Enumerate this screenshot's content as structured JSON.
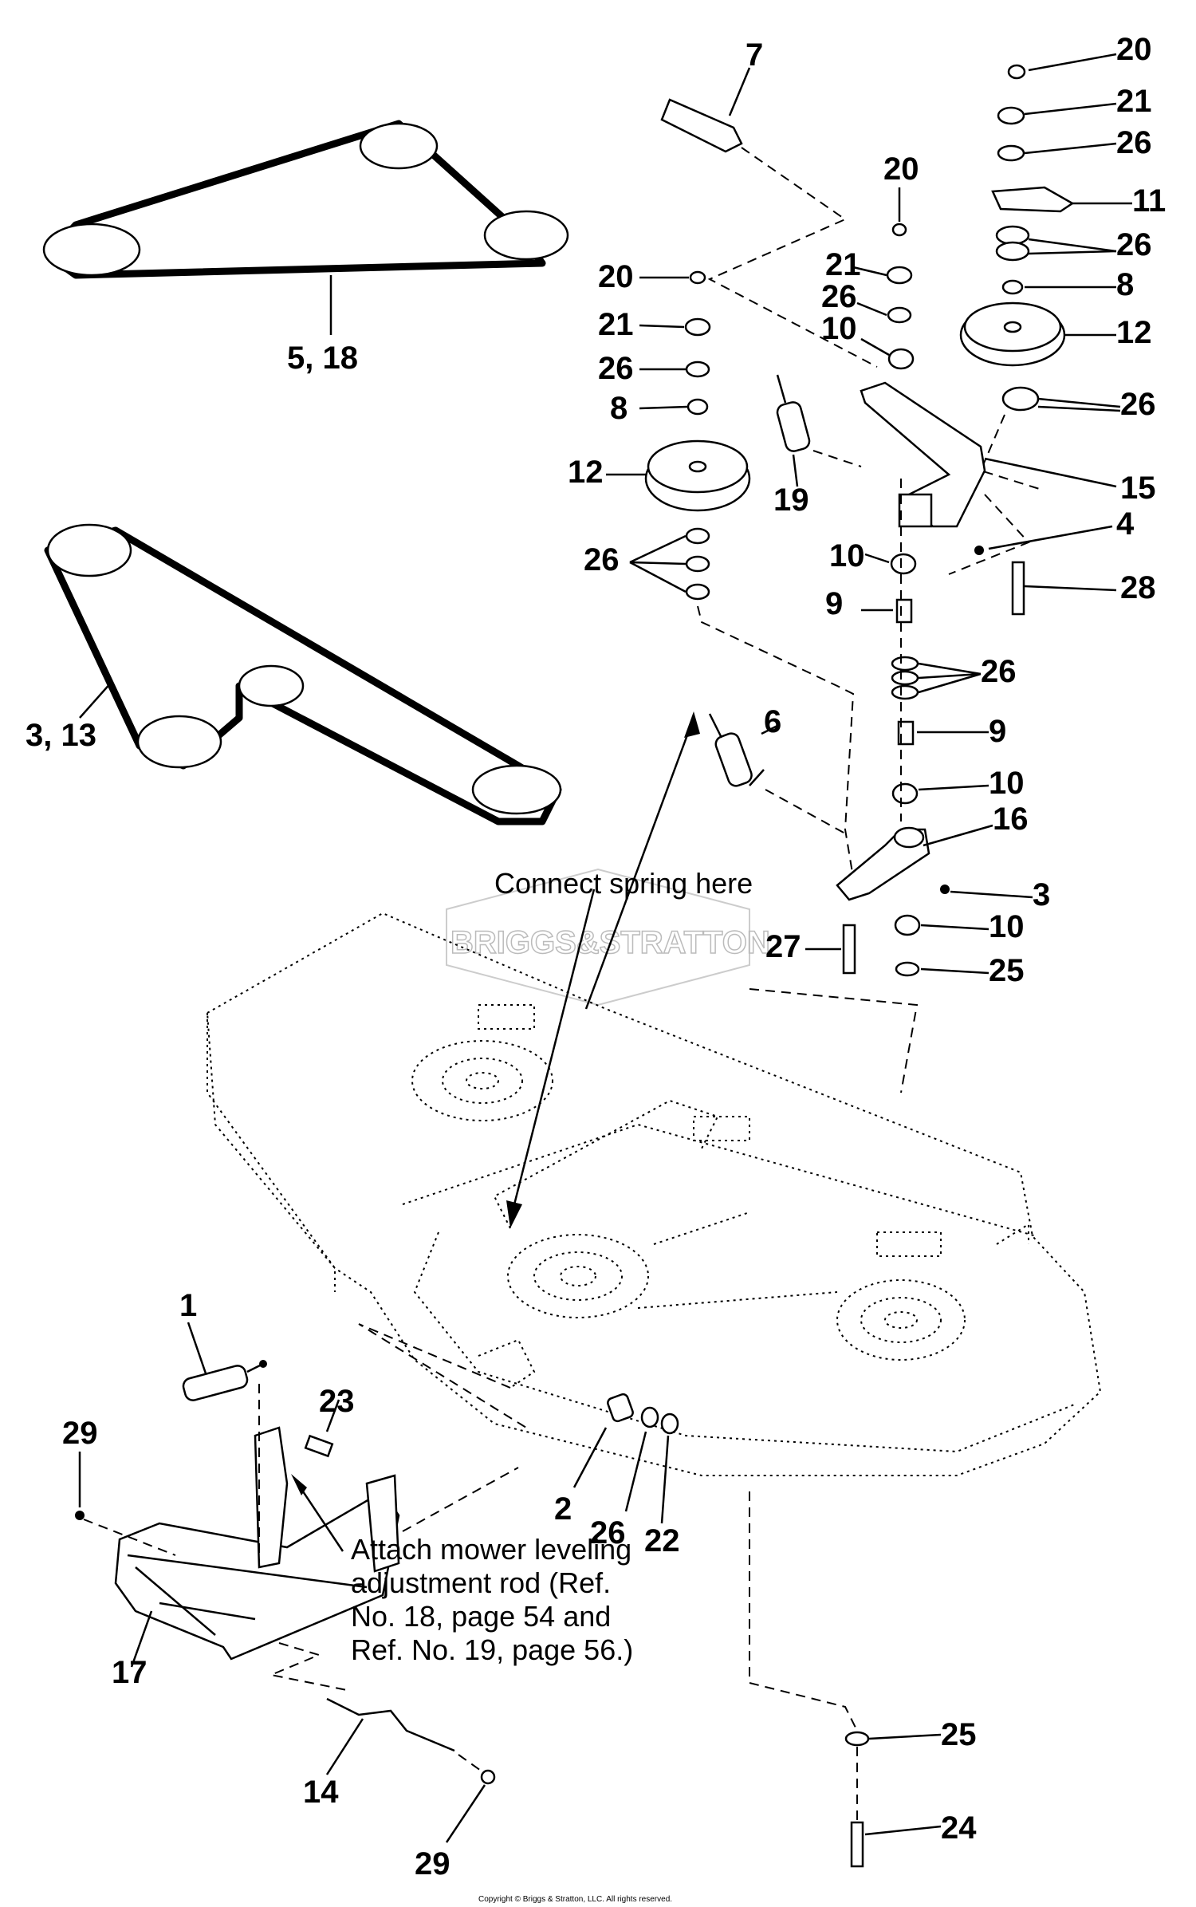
{
  "callouts": {
    "c7": "7",
    "c20a": "20",
    "c21a": "21",
    "c26a": "26",
    "c11": "11",
    "c26b": "26",
    "c8a": "8",
    "c12a": "12",
    "c26c": "26",
    "c15": "15",
    "c4": "4",
    "c28": "28",
    "c20b": "20",
    "c21b": "21",
    "c26d": "26",
    "c10a": "10",
    "c20c": "20",
    "c21c": "21",
    "c26e": "26",
    "c8b": "8",
    "c12b": "12",
    "c26f": "26",
    "c19": "19",
    "c10b": "10",
    "c9a": "9",
    "c26g": "26",
    "c9b": "9",
    "c10c": "10",
    "c16": "16",
    "c3b": "3",
    "c10d": "10",
    "c25a": "25",
    "c27": "27",
    "c6": "6",
    "c518": "5, 18",
    "c313": "3, 13",
    "c1": "1",
    "c29a": "29",
    "c23": "23",
    "c2": "2",
    "c26h": "26",
    "c22": "22",
    "c17": "17",
    "c14": "14",
    "c29b": "29",
    "c25b": "25",
    "c24": "24"
  },
  "notes": {
    "connect_spring": "Connect spring here",
    "attach_line1": "Attach mower leveling",
    "attach_line2": "adjustment rod (Ref.",
    "attach_line3": "No. 18, page 54 and",
    "attach_line4": "Ref. No. 19, page 56.)"
  },
  "watermark": "BRIGGS&STRATTON",
  "copyright": "Copyright © Briggs & Stratton, LLC. All rights reserved."
}
